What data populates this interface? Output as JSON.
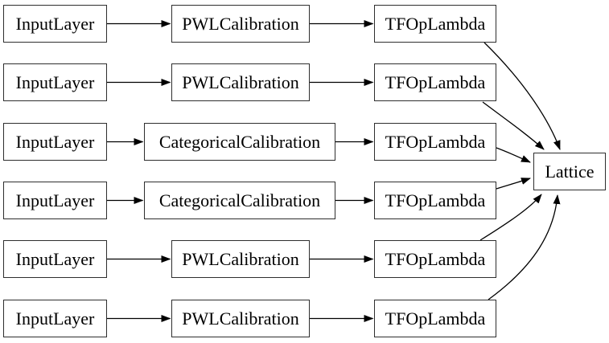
{
  "diagram": {
    "type": "model-graph",
    "rows": [
      {
        "input": "InputLayer",
        "calibration": "PWLCalibration",
        "op": "TFOpLambda"
      },
      {
        "input": "InputLayer",
        "calibration": "PWLCalibration",
        "op": "TFOpLambda"
      },
      {
        "input": "InputLayer",
        "calibration": "CategoricalCalibration",
        "op": "TFOpLambda"
      },
      {
        "input": "InputLayer",
        "calibration": "CategoricalCalibration",
        "op": "TFOpLambda"
      },
      {
        "input": "InputLayer",
        "calibration": "PWLCalibration",
        "op": "TFOpLambda"
      },
      {
        "input": "InputLayer",
        "calibration": "PWLCalibration",
        "op": "TFOpLambda"
      }
    ],
    "output": {
      "label": "Lattice"
    },
    "colors": {
      "background": "#ffffff",
      "node_fill": "#ffffff",
      "node_border": "#2e2e2e",
      "edge": "#000000",
      "text": "#000000"
    }
  }
}
